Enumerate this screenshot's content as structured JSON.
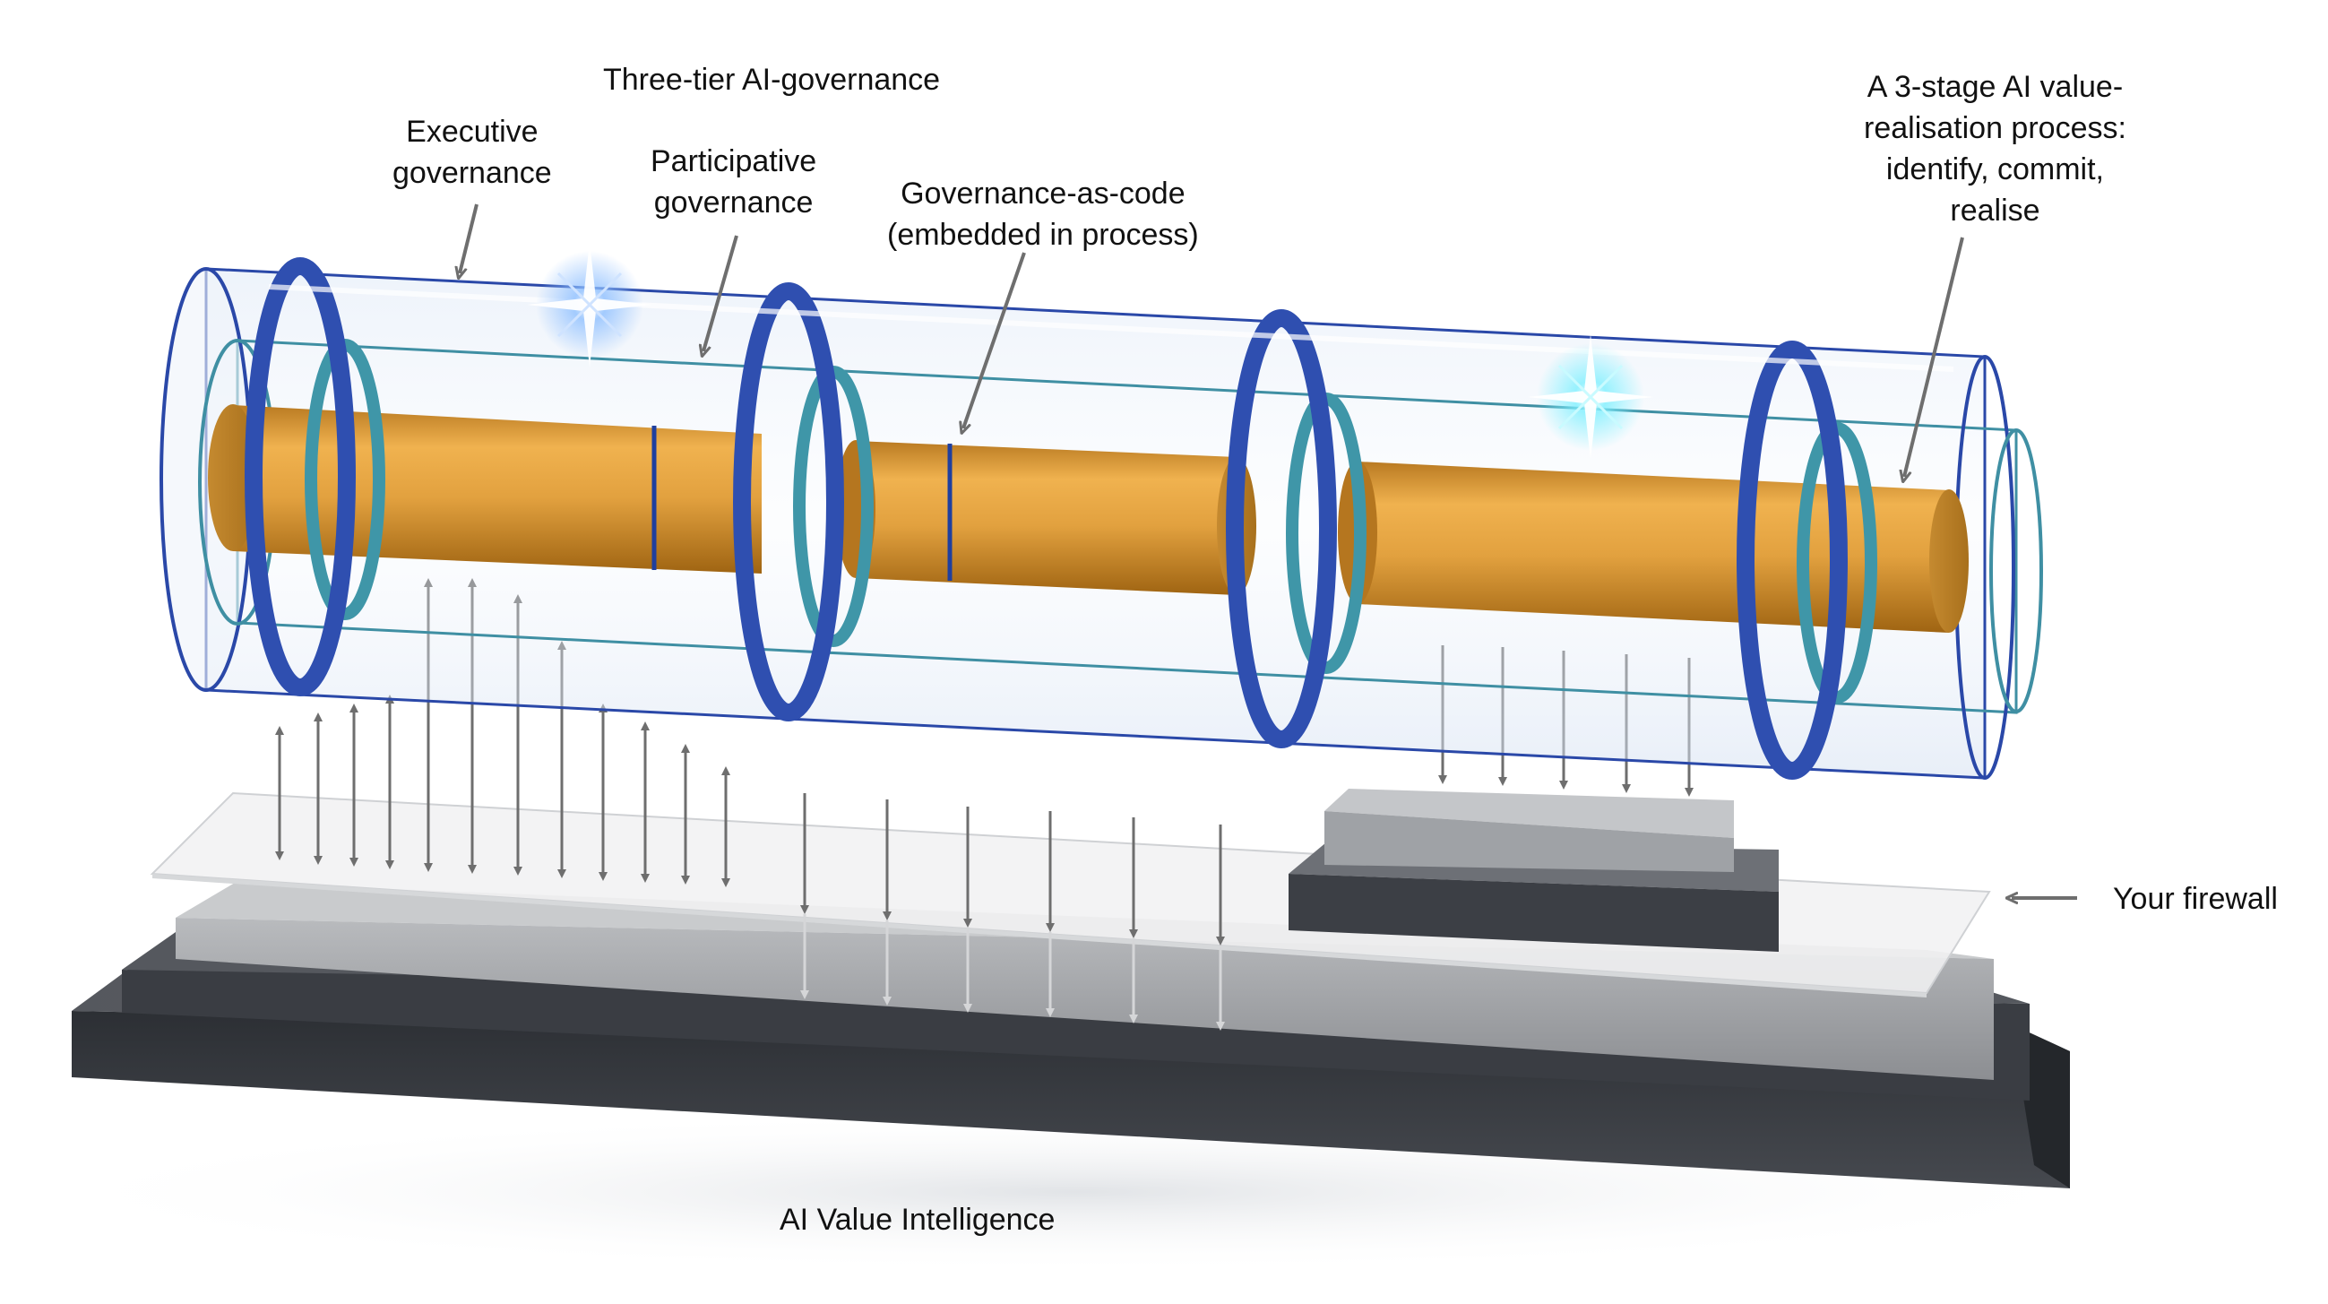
{
  "labels": {
    "three_tier": "Three-tier AI-governance",
    "executive": [
      "Executive",
      "governance"
    ],
    "participative": [
      "Participative",
      "governance"
    ],
    "gov_as_code": [
      "Governance-as-code",
      "(embedded in process)"
    ],
    "value_process": [
      "A 3-stage AI value-",
      "realisation process:",
      "identify, commit,",
      "realise"
    ],
    "firewall": "Your firewall",
    "ai_value_intelligence": "AI Value Intelligence"
  },
  "icons": [
    "sparkle-icon",
    "arrow-icon"
  ],
  "colors": {
    "outer_ring": "#2f4fb0",
    "inner_ring": "#3f96a8",
    "core": "#d99a3a",
    "tube": "#2a48a8",
    "base_dark": "#3b3f45",
    "base_mid": "#9a9c9f",
    "firewall": "#eeeeee",
    "sparkle_blue": "#6aa8ff",
    "sparkle_cyan": "#7ff0ff",
    "arrow": "#6e6e6e"
  }
}
